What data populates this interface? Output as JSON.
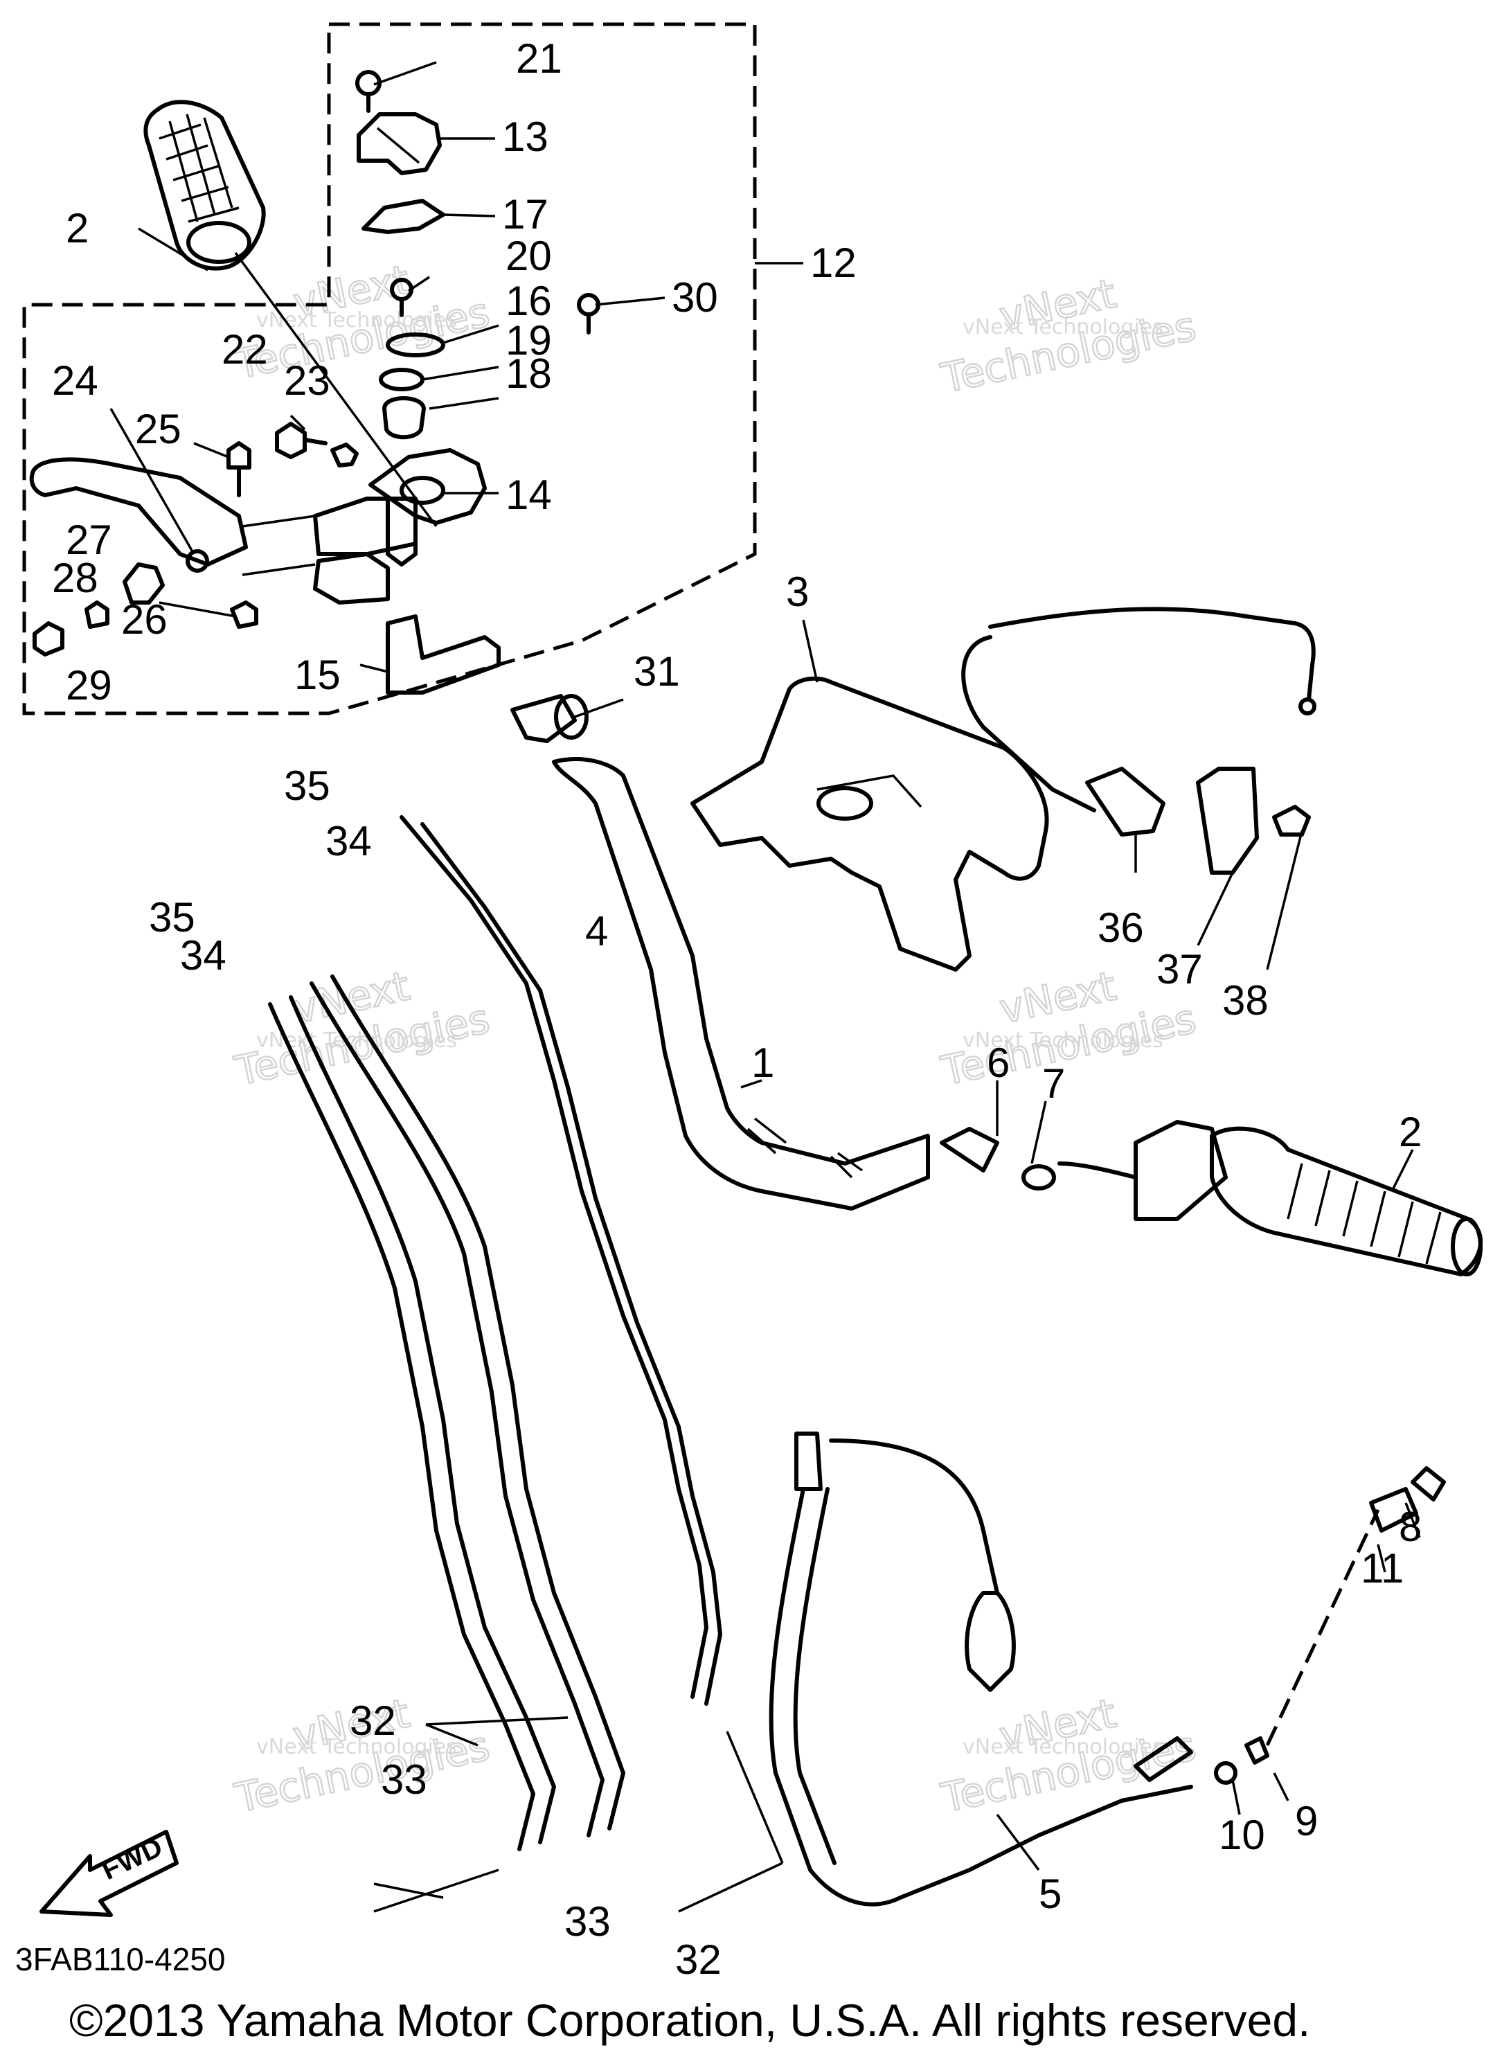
{
  "diagram": {
    "callouts": [
      {
        "id": "21",
        "text": "21"
      },
      {
        "id": "13",
        "text": "13"
      },
      {
        "id": "17",
        "text": "17"
      },
      {
        "id": "2a",
        "text": "2"
      },
      {
        "id": "20",
        "text": "20"
      },
      {
        "id": "12",
        "text": "12"
      },
      {
        "id": "16",
        "text": "16"
      },
      {
        "id": "30",
        "text": "30"
      },
      {
        "id": "19",
        "text": "19"
      },
      {
        "id": "22",
        "text": "22"
      },
      {
        "id": "18",
        "text": "18"
      },
      {
        "id": "24",
        "text": "24"
      },
      {
        "id": "23",
        "text": "23"
      },
      {
        "id": "25",
        "text": "25"
      },
      {
        "id": "14",
        "text": "14"
      },
      {
        "id": "27",
        "text": "27"
      },
      {
        "id": "28",
        "text": "28"
      },
      {
        "id": "26",
        "text": "26"
      },
      {
        "id": "29",
        "text": "29"
      },
      {
        "id": "15",
        "text": "15"
      },
      {
        "id": "3",
        "text": "3"
      },
      {
        "id": "31",
        "text": "31"
      },
      {
        "id": "35a",
        "text": "35"
      },
      {
        "id": "34a",
        "text": "34"
      },
      {
        "id": "35b",
        "text": "35"
      },
      {
        "id": "34b",
        "text": "34"
      },
      {
        "id": "4",
        "text": "4"
      },
      {
        "id": "36",
        "text": "36"
      },
      {
        "id": "37",
        "text": "37"
      },
      {
        "id": "38",
        "text": "38"
      },
      {
        "id": "1",
        "text": "1"
      },
      {
        "id": "6",
        "text": "6"
      },
      {
        "id": "7",
        "text": "7"
      },
      {
        "id": "2b",
        "text": "2"
      },
      {
        "id": "8",
        "text": "8"
      },
      {
        "id": "11",
        "text": "11"
      },
      {
        "id": "9",
        "text": "9"
      },
      {
        "id": "10",
        "text": "10"
      },
      {
        "id": "5",
        "text": "5"
      },
      {
        "id": "32a",
        "text": "32"
      },
      {
        "id": "33a",
        "text": "33"
      },
      {
        "id": "33b",
        "text": "33"
      },
      {
        "id": "32b",
        "text": "32"
      }
    ],
    "fwd_label": "FWD",
    "part_code": "3FAB110-4250",
    "watermark_lines": [
      "vNext",
      "Technologies"
    ],
    "watermark_small": "vNext Technologies",
    "copyright": "©2013 Yamaha Motor Corporation, U.S.A. All rights reserved."
  }
}
